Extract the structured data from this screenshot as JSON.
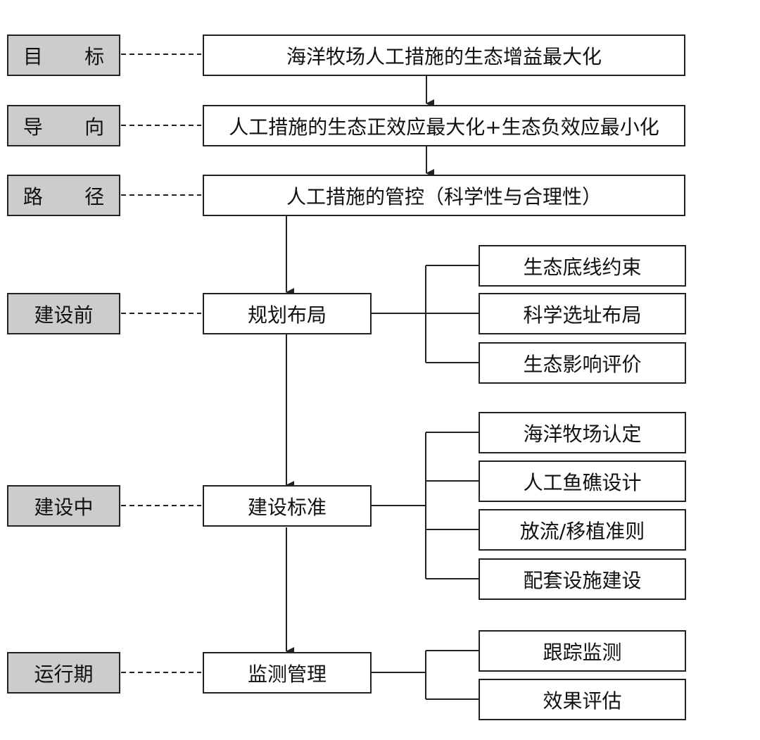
{
  "colors": {
    "label_fill": "#cccccc",
    "box_fill": "#ffffff",
    "stroke": "#222222",
    "text": "#111111"
  },
  "stages": {
    "goal": "目 标",
    "direction": "导 向",
    "path": "路 径",
    "pre_construction": "建设前",
    "during_construction": "建设中",
    "operation": "运行期"
  },
  "main_boxes": {
    "goal": "海洋牧场人工措施的生态增益最大化",
    "direction": "人工措施的生态正效应最大化+生态负效应最小化",
    "path": "人工措施的管控（科学性与合理性）",
    "planning": "规划布局",
    "standards": "建设标准",
    "monitoring": "监测管理"
  },
  "planning_items": [
    "生态底线约束",
    "科学选址布局",
    "生态影响评价"
  ],
  "standards_items": [
    "海洋牧场认定",
    "人工鱼礁设计",
    "放流/移植准则",
    "配套设施建设"
  ],
  "monitoring_items": [
    "跟踪监测",
    "效果评估"
  ]
}
